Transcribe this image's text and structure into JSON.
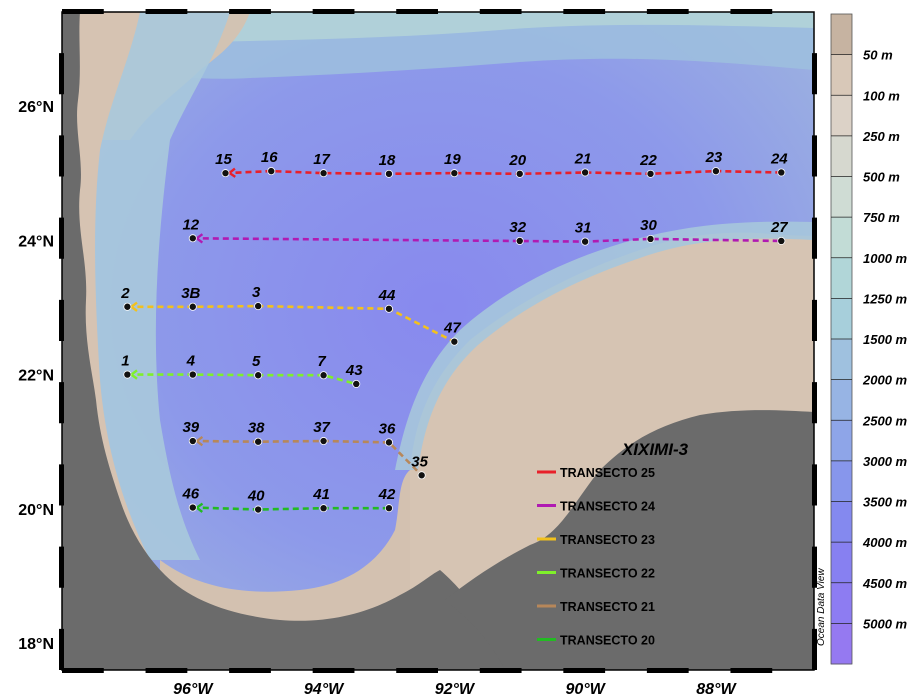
{
  "map_data": {
    "title": "XIXIMI-3",
    "watermark": "Ocean Data View",
    "lat_labels": [
      "18°N",
      "20°N",
      "22°N",
      "24°N",
      "26°N"
    ],
    "lat_values": [
      18,
      20,
      22,
      24,
      26
    ],
    "lon_labels": [
      "96°W",
      "94°W",
      "92°W",
      "90°W",
      "88°W"
    ],
    "lon_values": [
      -96,
      -94,
      -92,
      -90,
      -88
    ],
    "extent": {
      "lon": [
        -98.0,
        -86.5
      ],
      "lat": [
        17.6,
        27.4
      ]
    },
    "colorbar": {
      "labels": [
        "50 m",
        "100 m",
        "250 m",
        "500 m",
        "750 m",
        "1000 m",
        "1250 m",
        "1500 m",
        "2000 m",
        "2500 m",
        "3000 m",
        "3500 m",
        "4000 m",
        "4500 m",
        "5000 m"
      ],
      "colors": [
        "#c6b3a1",
        "#d8c8b8",
        "#dcd2c7",
        "#d6d8cf",
        "#cfdcd4",
        "#c2dcd6",
        "#b1d6d8",
        "#a7cfdb",
        "#9fc1df",
        "#97b4e4",
        "#8ea5e8",
        "#8796ec",
        "#8489ef",
        "#8780f1",
        "#8d7cf2",
        "#9579f1"
      ]
    },
    "colors": {
      "land": "#6b6b6b",
      "shelf": "#d7c4b4",
      "deep": "#8c8aef"
    },
    "transects": [
      {
        "name": "TRANSECTO 25",
        "color": "#e8202a",
        "stations": [
          {
            "id": "15",
            "lon": -95.5,
            "lat": 25.0
          },
          {
            "id": "16",
            "lon": -94.8,
            "lat": 25.03
          },
          {
            "id": "17",
            "lon": -94.0,
            "lat": 25.0
          },
          {
            "id": "18",
            "lon": -93.0,
            "lat": 24.99
          },
          {
            "id": "19",
            "lon": -92.0,
            "lat": 25.0
          },
          {
            "id": "20",
            "lon": -91.0,
            "lat": 24.99
          },
          {
            "id": "21",
            "lon": -90.0,
            "lat": 25.01
          },
          {
            "id": "22",
            "lon": -89.0,
            "lat": 24.99
          },
          {
            "id": "23",
            "lon": -88.0,
            "lat": 25.03
          },
          {
            "id": "24",
            "lon": -87.0,
            "lat": 25.01
          }
        ]
      },
      {
        "name": "TRANSECTO 24",
        "color": "#b01ab2",
        "stations": [
          {
            "id": "12",
            "lon": -96.0,
            "lat": 24.03
          },
          {
            "id": "32",
            "lon": -91.0,
            "lat": 23.99
          },
          {
            "id": "31",
            "lon": -90.0,
            "lat": 23.98
          },
          {
            "id": "30",
            "lon": -89.0,
            "lat": 24.02
          },
          {
            "id": "27",
            "lon": -87.0,
            "lat": 23.99
          }
        ]
      },
      {
        "name": "TRANSECTO 23",
        "color": "#f2c11d",
        "stations": [
          {
            "id": "2",
            "lon": -97.0,
            "lat": 23.01
          },
          {
            "id": "3B",
            "lon": -96.0,
            "lat": 23.01
          },
          {
            "id": "3",
            "lon": -95.0,
            "lat": 23.02
          },
          {
            "id": "44",
            "lon": -93.0,
            "lat": 22.98
          },
          {
            "id": "47",
            "lon": -92.0,
            "lat": 22.49
          }
        ]
      },
      {
        "name": "TRANSECTO 22",
        "color": "#7ff02a",
        "stations": [
          {
            "id": "1",
            "lon": -97.0,
            "lat": 22.0
          },
          {
            "id": "4",
            "lon": -96.0,
            "lat": 22.0
          },
          {
            "id": "5",
            "lon": -95.0,
            "lat": 21.99
          },
          {
            "id": "7",
            "lon": -94.0,
            "lat": 21.99
          },
          {
            "id": "43",
            "lon": -93.5,
            "lat": 21.86
          }
        ]
      },
      {
        "name": "TRANSECTO 21",
        "color": "#b7875a",
        "stations": [
          {
            "id": "39",
            "lon": -96.0,
            "lat": 21.01
          },
          {
            "id": "38",
            "lon": -95.0,
            "lat": 21.0
          },
          {
            "id": "37",
            "lon": -94.0,
            "lat": 21.01
          },
          {
            "id": "36",
            "lon": -93.0,
            "lat": 20.99
          },
          {
            "id": "35",
            "lon": -92.5,
            "lat": 20.5
          }
        ]
      },
      {
        "name": "TRANSECTO 20",
        "color": "#22bb22",
        "stations": [
          {
            "id": "46",
            "lon": -96.0,
            "lat": 20.02
          },
          {
            "id": "40",
            "lon": -95.0,
            "lat": 19.99
          },
          {
            "id": "41",
            "lon": -94.0,
            "lat": 20.01
          },
          {
            "id": "42",
            "lon": -93.0,
            "lat": 20.01
          }
        ]
      }
    ],
    "legend_order": [
      "TRANSECTO 25",
      "TRANSECTO 24",
      "TRANSECTO 23",
      "TRANSECTO 22",
      "TRANSECTO 21",
      "TRANSECTO 20"
    ]
  }
}
